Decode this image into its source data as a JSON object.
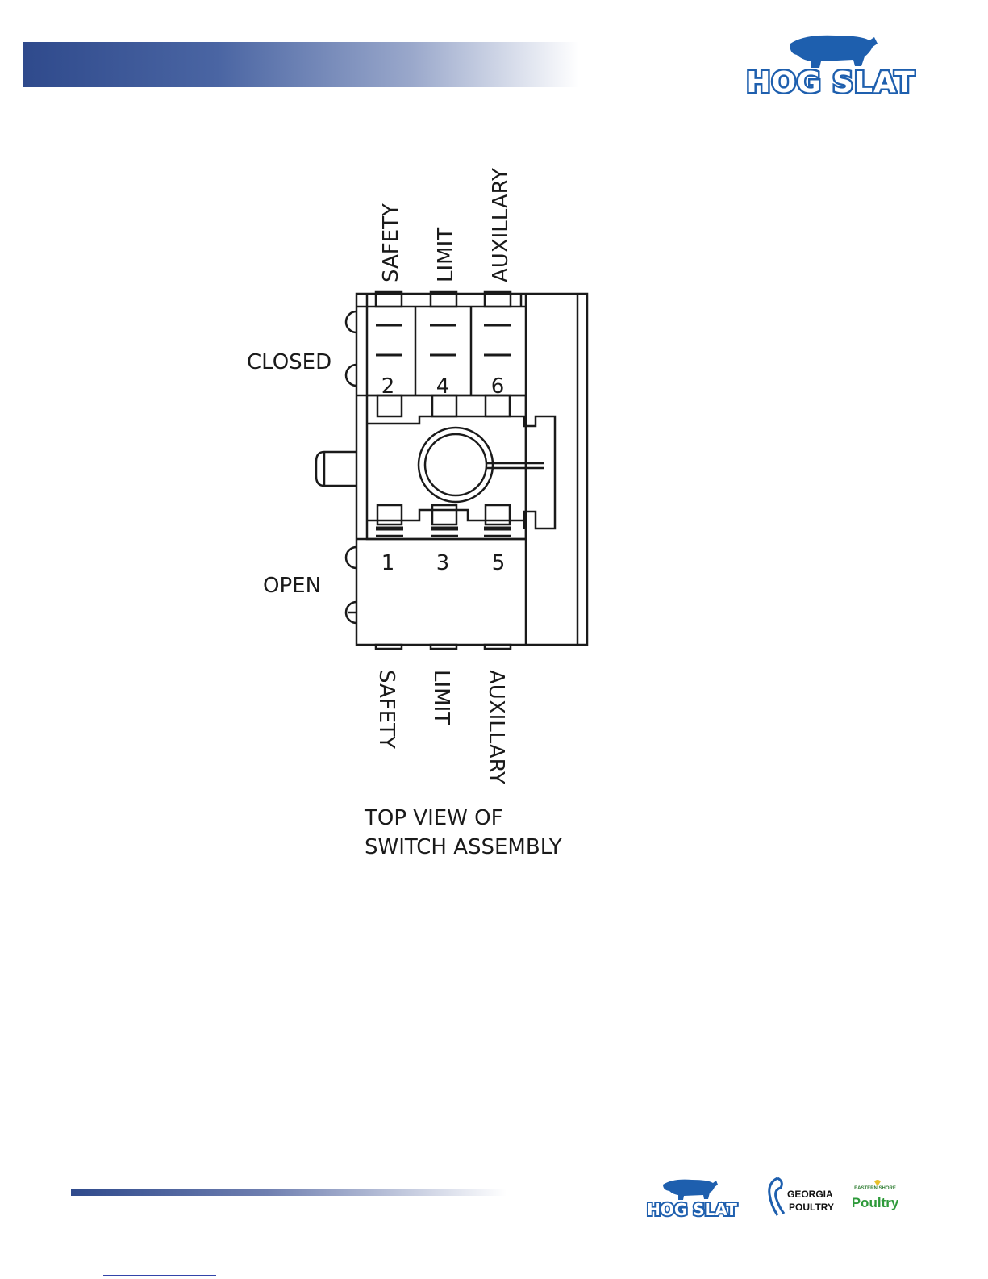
{
  "header": {
    "logo_text": "HOG SLAT",
    "brand_color": "#1e5fae"
  },
  "diagram": {
    "side_labels": {
      "closed": "CLOSED",
      "open": "OPEN"
    },
    "top_labels": [
      "SAFETY",
      "LIMIT",
      "AUXILLARY"
    ],
    "bottom_labels": [
      "SAFETY",
      "LIMIT",
      "AUXILLARY"
    ],
    "top_terminals": [
      "2",
      "4",
      "6"
    ],
    "bottom_terminals": [
      "1",
      "3",
      "5"
    ],
    "caption_line1": "TOP VIEW OF",
    "caption_line2": "SWITCH ASSEMBLY"
  },
  "footer": {
    "logos": [
      {
        "name": "HOG SLAT"
      },
      {
        "name": "GEORGIA POULTRY",
        "line1": "GEORGIA",
        "line2": "POULTRY"
      },
      {
        "name": "EASTERN SHORE Poultry",
        "line1": "EASTERN SHORE",
        "line2": "Poultry"
      }
    ]
  }
}
